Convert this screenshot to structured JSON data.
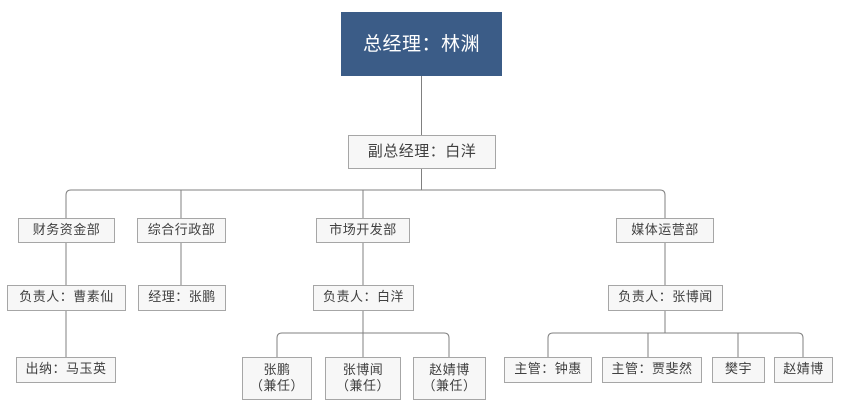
{
  "chart_data": {
    "type": "diagram",
    "diagram_kind": "organization-chart",
    "orientation": "top-down",
    "colors": {
      "root_fill": "#3b5c87",
      "root_text": "#ffffff",
      "node_fill": "#f7f7f7",
      "node_border": "#a6a6a6",
      "node_text": "#404040",
      "connector": "#808080",
      "background": "#ffffff"
    },
    "levels": [
      "总经理",
      "副总经理",
      "部门",
      "负责人/经理",
      "成员"
    ]
  },
  "nodes": {
    "root": {
      "label": "总经理：林渊",
      "title": "总经理",
      "person": "林渊"
    },
    "deputy": {
      "label": "副总经理：白洋",
      "title": "副总经理",
      "person": "白洋"
    },
    "departments": [
      {
        "label": "财务资金部"
      },
      {
        "label": "综合行政部"
      },
      {
        "label": "市场开发部"
      },
      {
        "label": "媒体运营部"
      }
    ],
    "managers": [
      {
        "label": "负责人：曹素仙",
        "title": "负责人",
        "person": "曹素仙"
      },
      {
        "label": "经理：张鹏",
        "title": "经理",
        "person": "张鹏"
      },
      {
        "label": "负责人：白洋",
        "title": "负责人",
        "person": "白洋"
      },
      {
        "label": "负责人：张博闻",
        "title": "负责人",
        "person": "张博闻"
      }
    ],
    "staff": [
      {
        "label": "出纳：马玉英",
        "title": "出纳",
        "person": "马玉英"
      },
      {
        "label": "张鹏\n（兼任）",
        "person": "张鹏",
        "note": "（兼任）"
      },
      {
        "label": "张博闻\n（兼任）",
        "person": "张博闻",
        "note": "（兼任）"
      },
      {
        "label": "赵婧博\n（兼任）",
        "person": "赵婧博",
        "note": "（兼任）"
      },
      {
        "label": "主管：钟惠",
        "title": "主管",
        "person": "钟惠"
      },
      {
        "label": "主管：贾斐然",
        "title": "主管",
        "person": "贾斐然"
      },
      {
        "label": "樊宇",
        "person": "樊宇"
      },
      {
        "label": "赵婧博",
        "person": "赵婧博"
      }
    ]
  }
}
